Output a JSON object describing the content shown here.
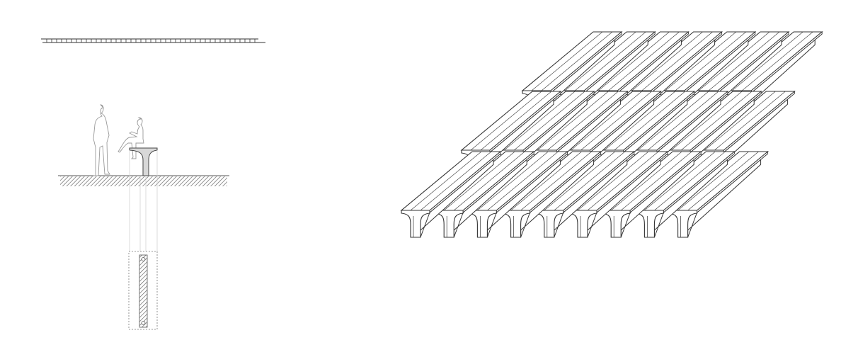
{
  "drawing": {
    "section": {
      "figures": [
        "standing-person",
        "seated-person"
      ],
      "bench_count_in_plan_strip": 1
    },
    "axonometric": {
      "rows": [
        {
          "name": "back",
          "bench_count": 7
        },
        {
          "name": "middle",
          "bench_count": 8
        },
        {
          "name": "front",
          "bench_count": 9
        }
      ]
    },
    "colors": {
      "line": "#333333",
      "hatch": "#777777",
      "fill": "#ffffff",
      "section_fill": "#dcdcdc"
    }
  }
}
